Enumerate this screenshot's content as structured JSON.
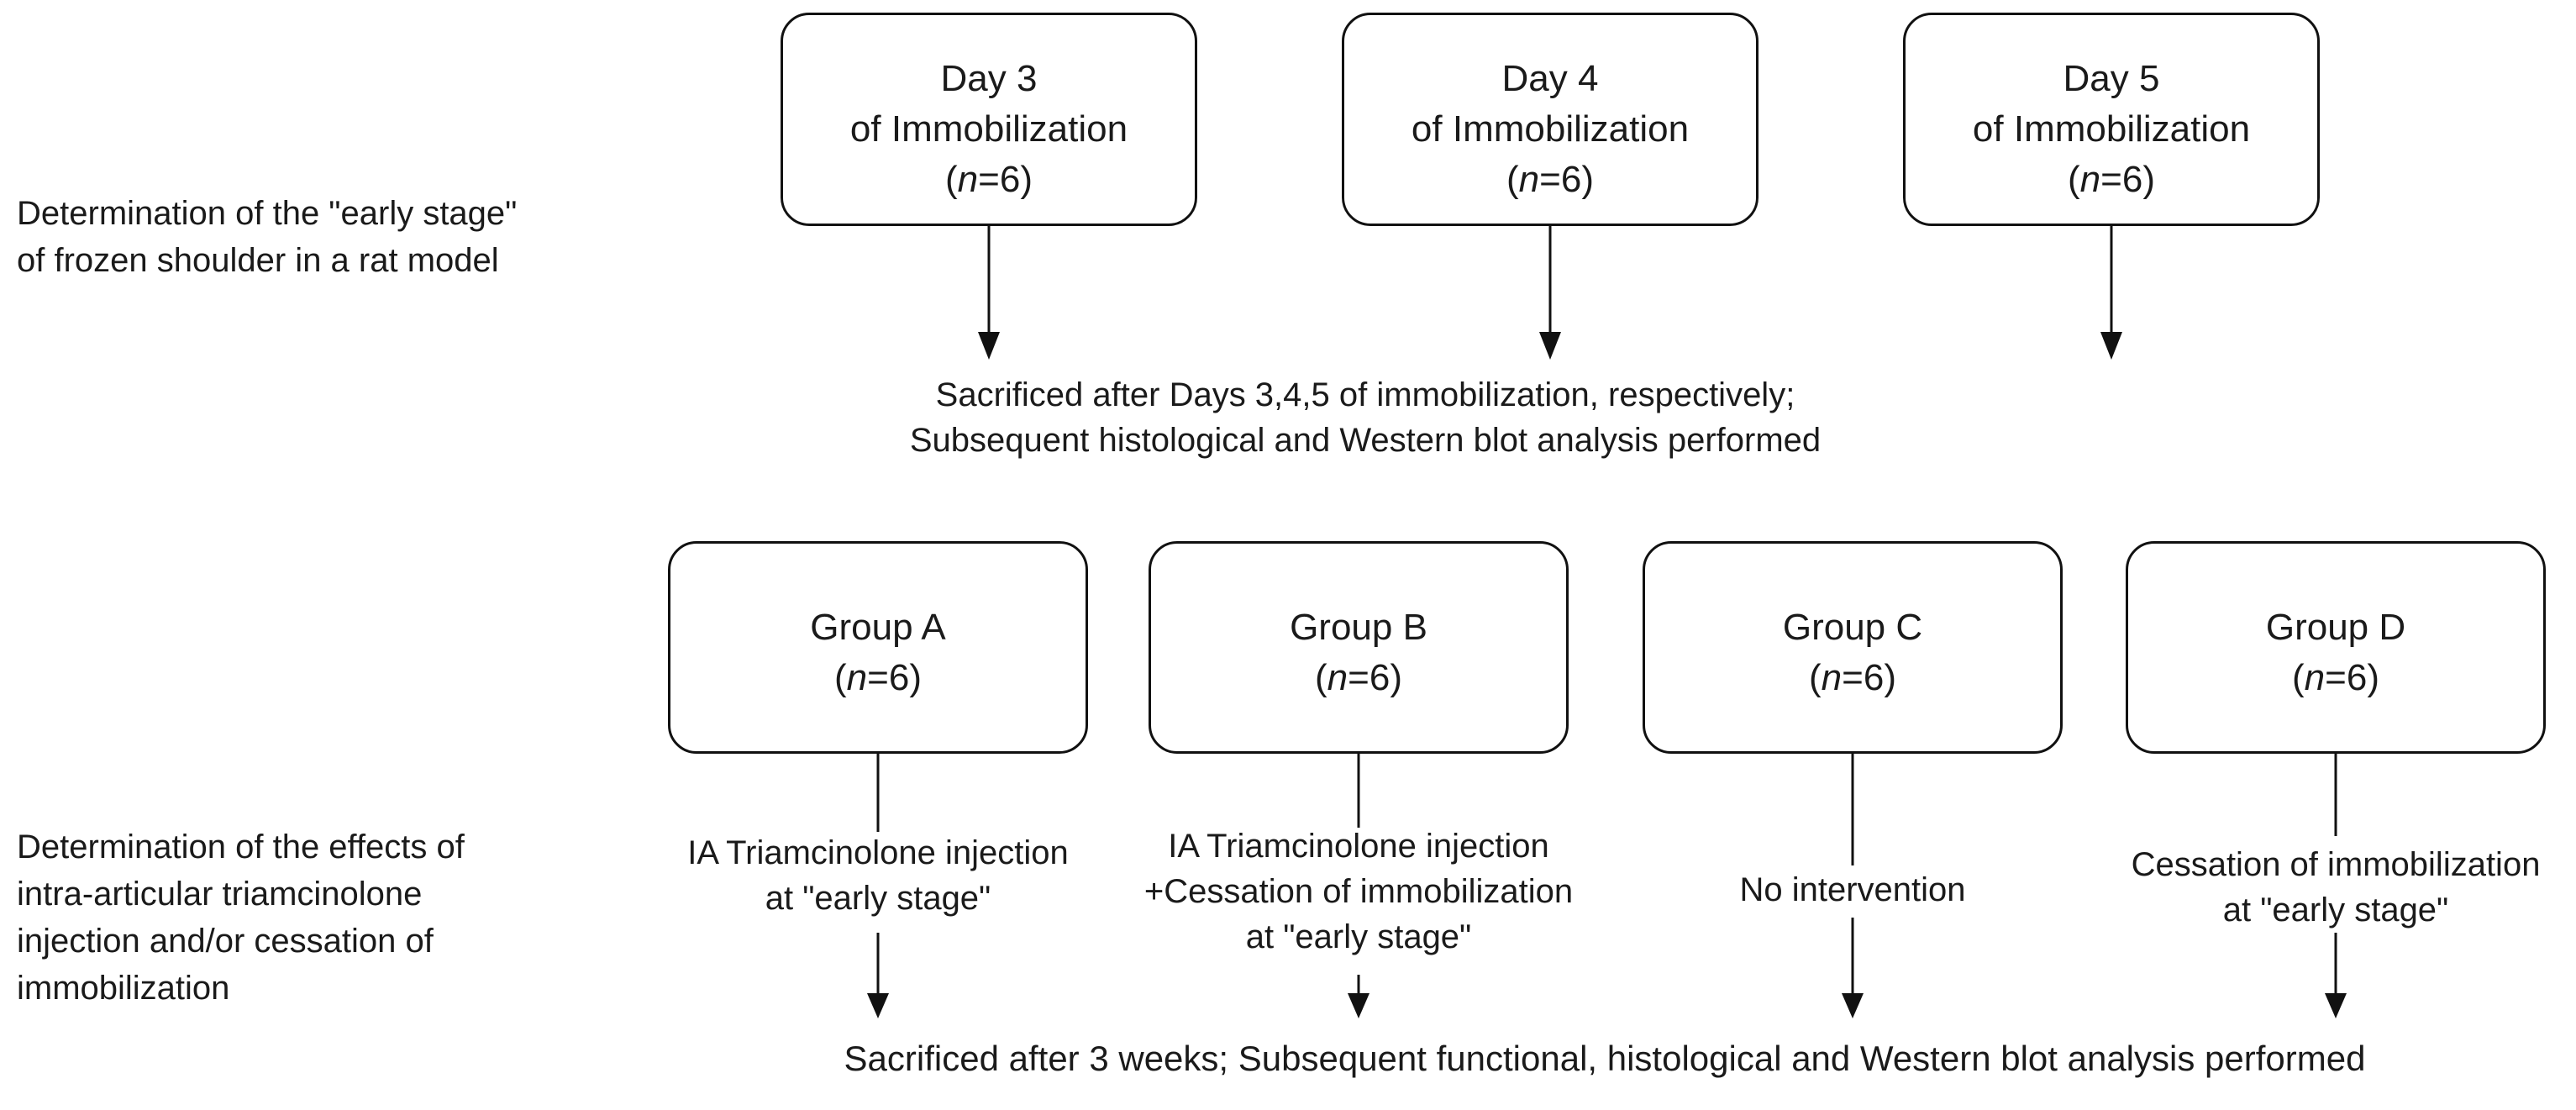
{
  "section1": {
    "label_lines": [
      "Determination of the \"early stage\"",
      "of frozen shoulder in a rat model"
    ],
    "boxes": [
      {
        "title": "Day 3",
        "subtitle": "of Immobilization",
        "n_var": "n",
        "n_value": "=6"
      },
      {
        "title": "Day 4",
        "subtitle": "of Immobilization",
        "n_var": "n",
        "n_value": "=6"
      },
      {
        "title": "Day 5",
        "subtitle": "of Immobilization",
        "n_var": "n",
        "n_value": "=6"
      }
    ],
    "result_lines": [
      "Sacrificed after Days 3,4,5 of immobilization, respectively;",
      "Subsequent histological and Western blot analysis performed"
    ]
  },
  "section2": {
    "label_lines": [
      "Determination of the effects of",
      "intra-articular triamcinolone",
      "injection and/or cessation of",
      "immobilization"
    ],
    "groups": [
      {
        "title": "Group A",
        "n_var": "n",
        "n_value": "=6",
        "intervention_lines": [
          "IA Triamcinolone injection",
          "at \"early stage\""
        ]
      },
      {
        "title": "Group B",
        "n_var": "n",
        "n_value": "=6",
        "intervention_lines": [
          "IA Triamcinolone injection",
          "+Cessation of immobilization",
          "at \"early stage\""
        ]
      },
      {
        "title": "Group C",
        "n_var": "n",
        "n_value": "=6",
        "intervention_lines": [
          "No intervention"
        ]
      },
      {
        "title": "Group D",
        "n_var": "n",
        "n_value": "=6",
        "intervention_lines": [
          "Cessation of immobilization",
          "at \"early stage\""
        ]
      }
    ],
    "result_line": "Sacrificed after 3 weeks; Subsequent functional, histological and Western blot analysis performed"
  },
  "colors": {
    "stroke": "#111111",
    "text": "#1a1a1a",
    "background": "#ffffff"
  }
}
